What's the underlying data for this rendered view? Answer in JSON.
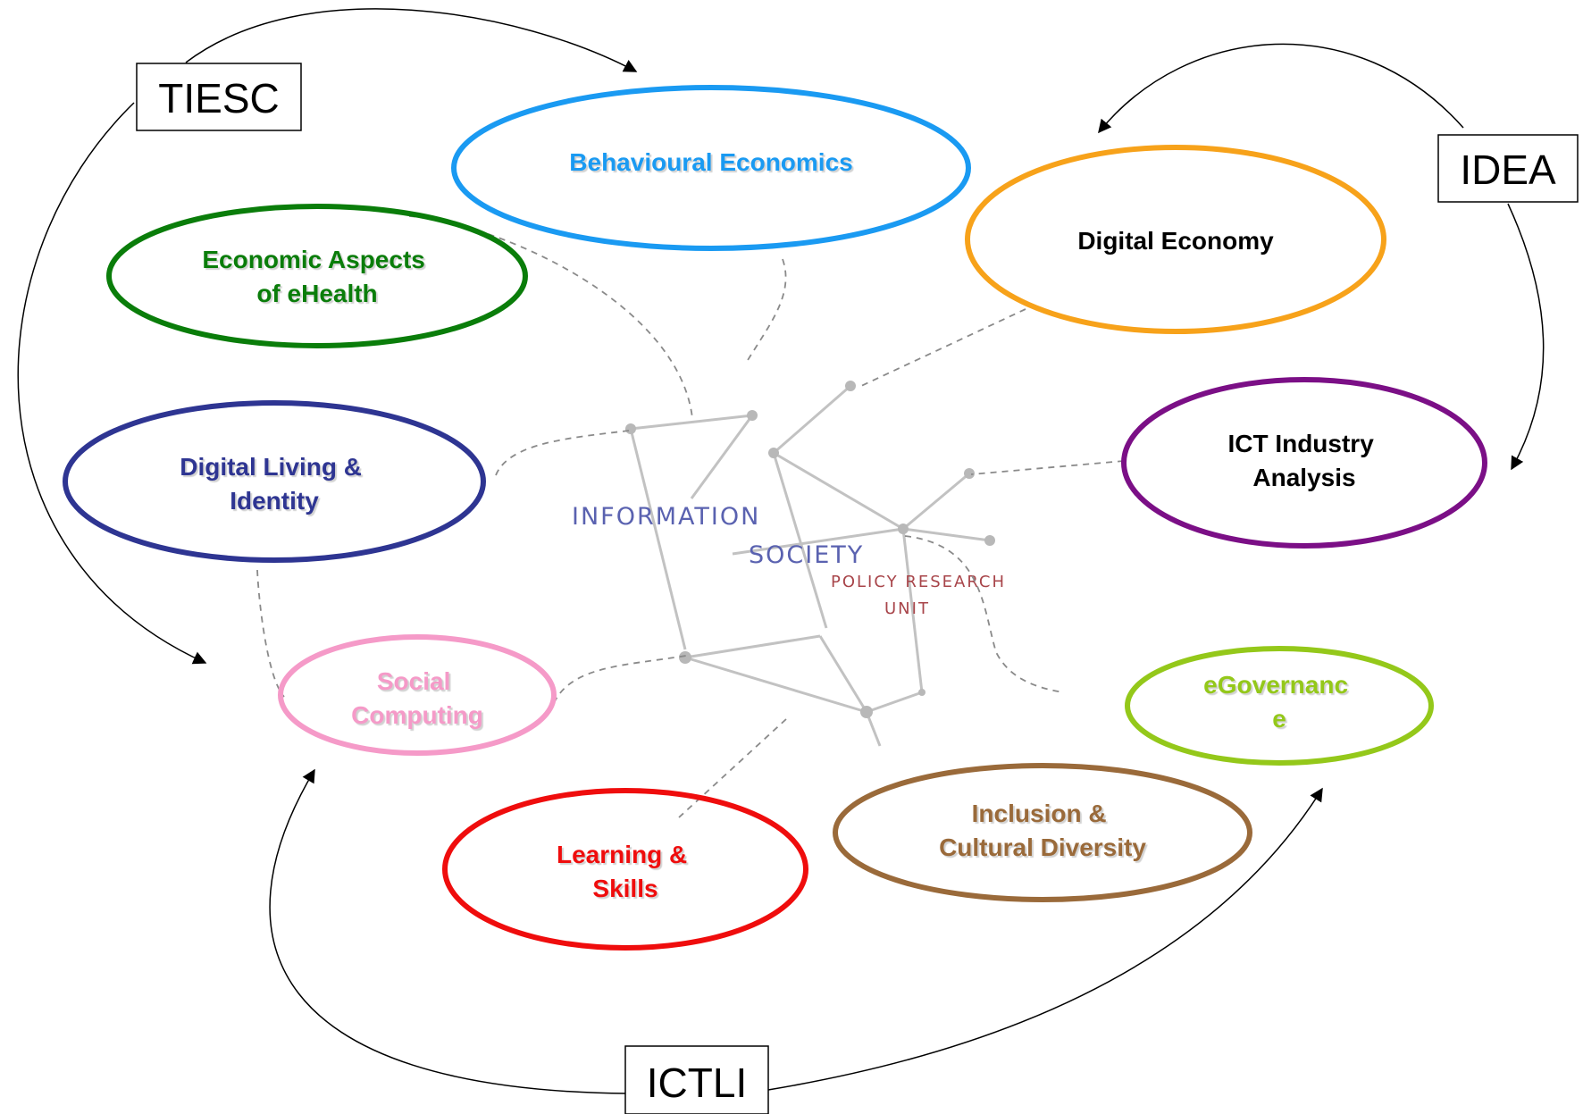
{
  "groups": {
    "tiesc": "TIESC",
    "idea": "IDEA",
    "ictli": "ICTLI"
  },
  "topics": {
    "behavioural_economics": [
      "Behavioural Economics"
    ],
    "economic_aspects_ehealth": [
      "Economic Aspects",
      "of eHealth"
    ],
    "digital_economy": [
      "Digital Economy"
    ],
    "digital_living_identity": [
      "Digital Living &",
      "Identity"
    ],
    "ict_industry_analysis": [
      "ICT Industry",
      "Analysis"
    ],
    "social_computing": [
      "Social",
      "Computing"
    ],
    "egovernance": [
      "eGovernanc",
      "e"
    ],
    "learning_skills": [
      "Learning &",
      "Skills"
    ],
    "inclusion_cultural_diversity": [
      "Inclusion &",
      "Cultural Diversity"
    ]
  },
  "logo": {
    "line1": "INFORMATION",
    "line2": "SOCIETY",
    "line3": "POLICY RESEARCH",
    "line4": "UNIT"
  },
  "colors": {
    "behavioural_economics": "#1a9af2",
    "economic_aspects_ehealth": "#0a7d0a",
    "digital_economy": "#f7a21a",
    "digital_living_identity": "#2e3592",
    "ict_industry_analysis": "#7b0f86",
    "social_computing": "#f59ac8",
    "egovernance": "#94c81a",
    "learning_skills": "#ef0d0d",
    "inclusion_cultural_diversity": "#9a6a3a",
    "logo_blue": "#5a62b0",
    "logo_red": "#a8454a",
    "network_gray": "#c2c2c2"
  }
}
